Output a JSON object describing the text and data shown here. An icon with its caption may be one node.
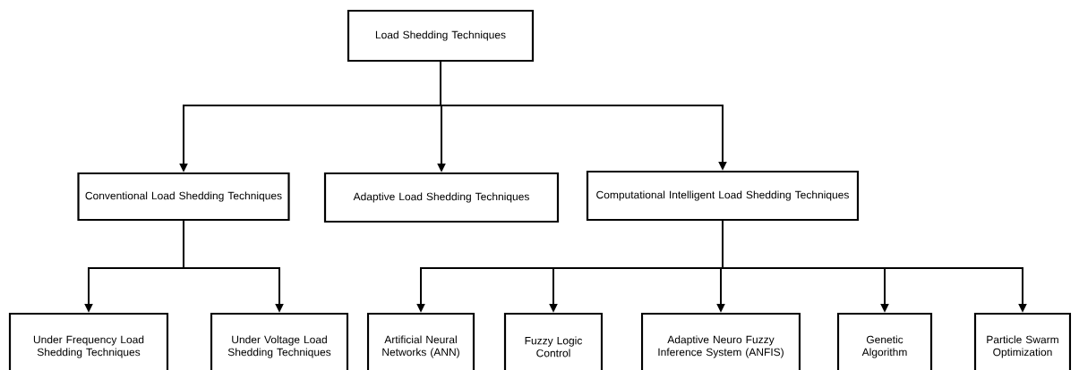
{
  "diagram": {
    "nodes": [
      {
        "text": [
          "Load Shedding Techniques"
        ]
      },
      {
        "text": [
          "Conventional Load Shedding Techniques"
        ]
      },
      {
        "text": [
          "Adaptive Load Shedding Techniques"
        ]
      },
      {
        "text": [
          "Computational Intelligent Load Shedding Techniques"
        ]
      },
      {
        "text": [
          "Under Frequency Load Shedding Techniques"
        ]
      },
      {
        "text": [
          "Under Voltage Load Shedding Techniques"
        ]
      },
      {
        "text": [
          "Artificial Neural Networks (ANN)"
        ]
      },
      {
        "text": [
          "Fuzzy Logic Control"
        ]
      },
      {
        "text": [
          "Adaptive Neuro Fuzzy Inference System (ANFIS)"
        ]
      },
      {
        "text": [
          "Genetic Algorithm"
        ]
      },
      {
        "text": [
          "Particle Swarm Optimization"
        ]
      }
    ],
    "edges": [
      {
        "from": 0,
        "to": 1,
        "arrow": "to"
      },
      {
        "from": 0,
        "to": 2,
        "arrow": "to"
      },
      {
        "from": 0,
        "to": 3,
        "arrow": "to"
      },
      {
        "from": 1,
        "to": 4,
        "arrow": "to"
      },
      {
        "from": 1,
        "to": 5,
        "arrow": "to"
      },
      {
        "from": 3,
        "to": 6,
        "arrow": "to"
      },
      {
        "from": 3,
        "to": 7,
        "arrow": "to"
      },
      {
        "from": 3,
        "to": 8,
        "arrow": "to"
      },
      {
        "from": 3,
        "to": 9,
        "arrow": "to"
      },
      {
        "from": 3,
        "to": 10,
        "arrow": "to"
      }
    ]
  }
}
